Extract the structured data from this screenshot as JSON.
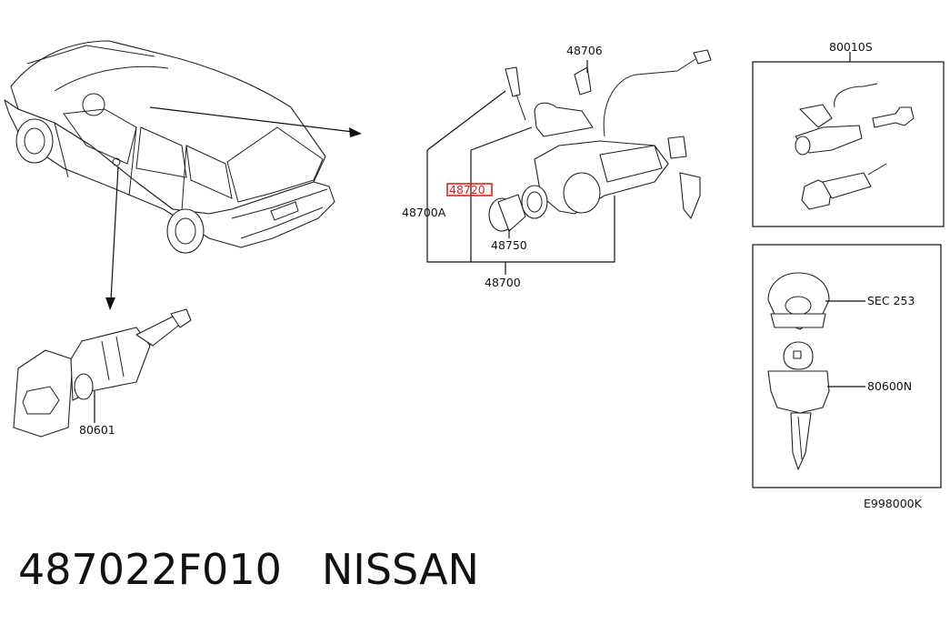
{
  "callouts": {
    "box_top": "80010S",
    "bracket": "48706",
    "red_part": "48720",
    "assy_a": "48700A",
    "knob": "48750",
    "assy": "48700",
    "door_lock": "80601",
    "sec": "SEC 253",
    "key_blank": "80600N",
    "diagram_code": "E998000K"
  },
  "footer": {
    "part_number": "487022F010",
    "brand": "NISSAN"
  },
  "colors": {
    "highlight": "#e02020",
    "ink": "#111111"
  }
}
